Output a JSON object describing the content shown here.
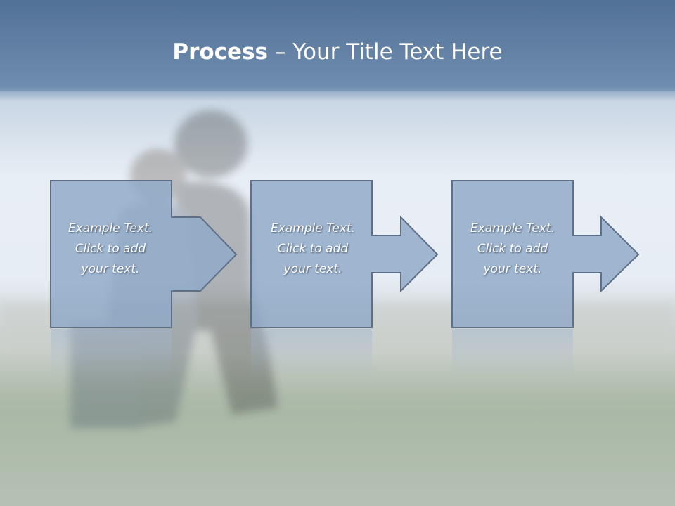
{
  "slide": {
    "title_bold": "Process",
    "title_rest": " – Your Title Text Here",
    "steps": [
      {
        "line1": "Example Text.",
        "line2": "Click  to add",
        "line3": "your text."
      },
      {
        "line1": "Example Text.",
        "line2": "Click  to add",
        "line3": "your text."
      },
      {
        "line1": "Example Text.",
        "line2": "Click  to add",
        "line3": "your text."
      }
    ]
  },
  "colors": {
    "title_band": "#5f7fa3",
    "step_fill": "#90a9c8",
    "step_stroke": "#5e7088",
    "sky": "#dfe8f1",
    "grass": "#b7c3b6"
  }
}
